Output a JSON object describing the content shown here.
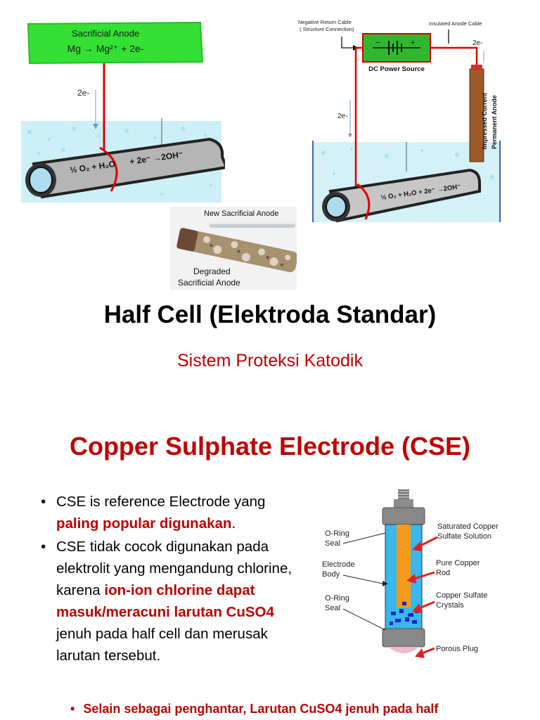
{
  "fig1": {
    "box_title": "Sacrificial Anode",
    "box_eq": "Mg → Mg²⁺ + 2e-",
    "electrons": "2e-",
    "pipe_eq_left": "½ O₂ + H₂O",
    "pipe_eq_right": "+ 2e⁻ →2OH⁻"
  },
  "fig2": {
    "neg_cable": "Negative Return Cable",
    "neg_cable_sub": "( Structure Connection)",
    "ins_cable": "Insulated Anode Cable",
    "dc": "DC Power Source",
    "minus": "−",
    "plus": "+",
    "e_right": "2e-",
    "e_left": "2e-",
    "anode_line1": "Impressed Current",
    "anode_line2": "Permanent Anode",
    "pipe_eq": "½ O₂ + H₂O + 2e⁻ →2OH⁻"
  },
  "fig3": {
    "new_label": "New Sacrificial Anode",
    "deg_line1": "Degraded",
    "deg_line2": "Sacrificial Anode"
  },
  "title": "Half Cell (Elektroda Standar)",
  "subtitle": "Sistem Proteksi Katodik",
  "heading": "Copper Sulphate Electrode (CSE)",
  "bullet_char": "•",
  "bullets": {
    "b1_a": "CSE is reference Electrode yang ",
    "b1_b": "paling popular digunakan",
    "b1_c": ".",
    "b2_a": "CSE tidak cocok digunakan pada elektrolit yang mengandung chlorine, karena ",
    "b2_b": "ion-ion chlorine dapat masuk/meracuni larutan CuSO4",
    "b2_c": " jenuh pada half cell dan merusak larutan tersebut."
  },
  "fig4": {
    "oring_top1": "O-Ring",
    "oring_top2": "Seal",
    "body1": "Electrode",
    "body2": "Body",
    "oring_bot1": "O-Ring",
    "oring_bot2": "Seal",
    "sat1": "Saturated Copper",
    "sat2": "Sulfate Solution",
    "rod1": "Pure Copper",
    "rod2": "Rod",
    "cry1": "Copper Sulfate",
    "cry2": "Crystals",
    "plug": "Porous Plug"
  },
  "last_bullet": "Selain sebagai penghantar, Larutan CuSO4 jenuh pada half"
}
